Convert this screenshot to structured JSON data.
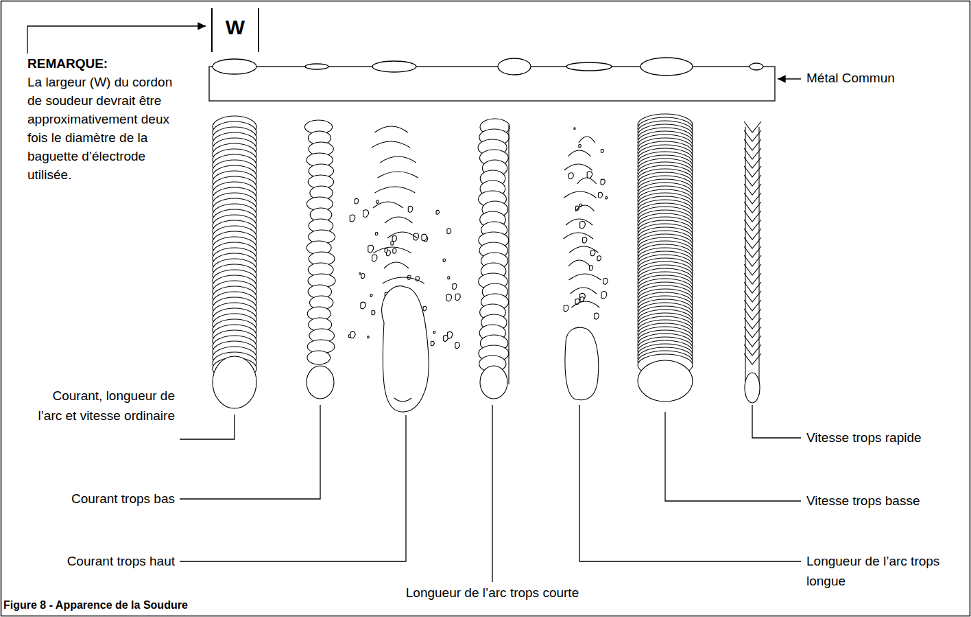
{
  "diagram": {
    "caption": "Figure 8 - Apparence de la Soudure",
    "labels": [
      "W",
      "REMARQUE:",
      "La largeur (W) du cordon de soudeur devrait être approximativement deux fois le diamètre de la baguette d’électrode utilisée.",
      "Métal Commun",
      "Courant, longueur de l’arc et vitesse ordinaire",
      "Courant trops bas",
      "Courant trops haut",
      "Longueur de l’arc trops courte",
      "Longueur de l’arc trops longue",
      "Vitesse trops basse",
      "Vitesse trops rapide"
    ]
  }
}
